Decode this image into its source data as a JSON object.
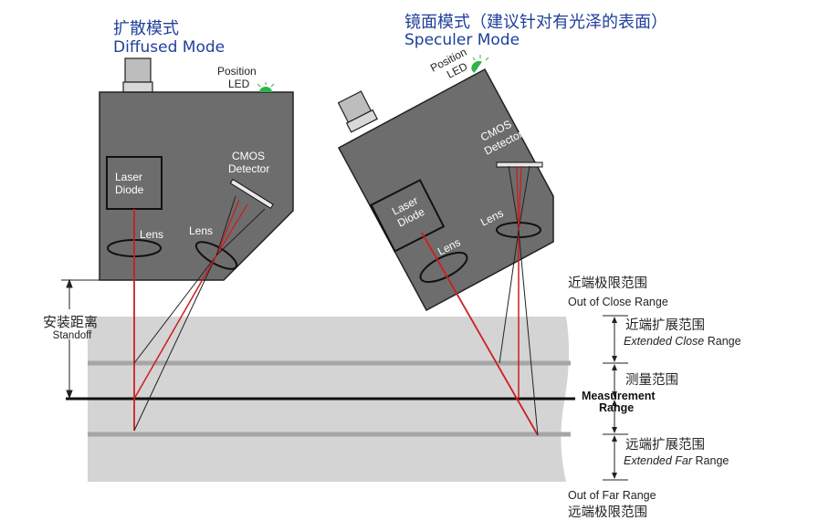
{
  "diffused": {
    "title_cn": "扩散模式",
    "title_en": "Diffused Mode",
    "position_led_1": "Position",
    "position_led_2": "LED",
    "laser_diode_1": "Laser",
    "laser_diode_2": "Diode",
    "cmos_1": "CMOS",
    "cmos_2": "Detector",
    "lens_main": "Lens",
    "lens_detector": "Lens"
  },
  "specular": {
    "title_cn": "镜面模式（建议针对有光泽的表面）",
    "title_en": "Speculer Mode",
    "position_led_1": "Position",
    "position_led_2": "LED",
    "laser_diode_1": "Laser",
    "laser_diode_2": "Diode",
    "cmos_1": "CMOS",
    "cmos_2": "Detector",
    "lens_main": "Lens",
    "lens_detector": "Lens"
  },
  "standoff": {
    "cn": "安装距离",
    "en": "Standoff"
  },
  "ranges": {
    "close_out_cn": "近端极限范围",
    "close_out_en": "Out of Close Range",
    "ext_close_cn": "近端扩展范围",
    "ext_close_en_italic": "Extended Close",
    "ext_close_en_plain": " Range",
    "measure_cn": "测量范围",
    "measure_en_1": "Measurement",
    "measure_en_2": "Range",
    "ext_far_cn": "远端扩展范围",
    "ext_far_en_italic": "Extended Far",
    "ext_far_en_plain": " Range",
    "far_out_en": "Out of Far Range",
    "far_out_cn": "远端极限范围"
  },
  "colors": {
    "sensor_body": "#6d6d6d",
    "band": "#d4d4d4",
    "laser": "#cc1f1f",
    "title_blue": "#1f3f9a",
    "led_green": "#2fb34a"
  }
}
